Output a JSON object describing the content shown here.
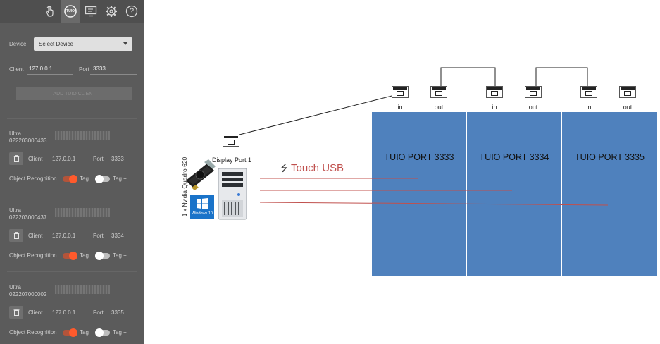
{
  "toolbar": {
    "icons": [
      "touch-hand-icon",
      "tuio-icon",
      "display-icon",
      "gear-icon",
      "help-icon"
    ],
    "tuio_label": "TUIO",
    "help_label": "?"
  },
  "device": {
    "label": "Device",
    "select_value": "Select Device"
  },
  "client": {
    "label": "Client",
    "value": "127.0.0.1",
    "port_label": "Port",
    "port_value": "3333"
  },
  "add_button": "ADD TUIO CLIENT",
  "devices": [
    {
      "name": "Ultra",
      "serial": "022203000433",
      "client_label": "Client",
      "client": "127.0.0.1",
      "port_label": "Port",
      "port": "3333",
      "object_recognition_label": "Object Recognition",
      "tag_label": "Tag",
      "tag_plus_label": "Tag +"
    },
    {
      "name": "Ultra",
      "serial": "022203000437",
      "client_label": "Client",
      "client": "127.0.0.1",
      "port_label": "Port",
      "port": "3334",
      "object_recognition_label": "Object Recognition",
      "tag_label": "Tag",
      "tag_plus_label": "Tag +"
    },
    {
      "name": "Ultra",
      "serial": "022207000002",
      "client_label": "Client",
      "client": "127.0.0.1",
      "port_label": "Port",
      "port": "3335",
      "object_recognition_label": "Object Recognition",
      "tag_label": "Tag",
      "tag_plus_label": "Tag +"
    }
  ],
  "diagram": {
    "gpu_label": "1 x Nvidia Quadro 620",
    "display_port_label": "Display Port 1",
    "touch_usb_label": "Touch USB",
    "windows_label": "Windows 10",
    "screens": [
      "TUIO PORT 3333",
      "TUIO PORT 3334",
      "TUIO PORT 3335"
    ],
    "connector_labels": [
      "in",
      "out",
      "in",
      "out",
      "in",
      "out"
    ],
    "colors": {
      "screen": "#4f81bd",
      "touch_line": "#c0504d",
      "panel": "#5b5b5b",
      "toggle_on": "#ff5a2c"
    }
  }
}
